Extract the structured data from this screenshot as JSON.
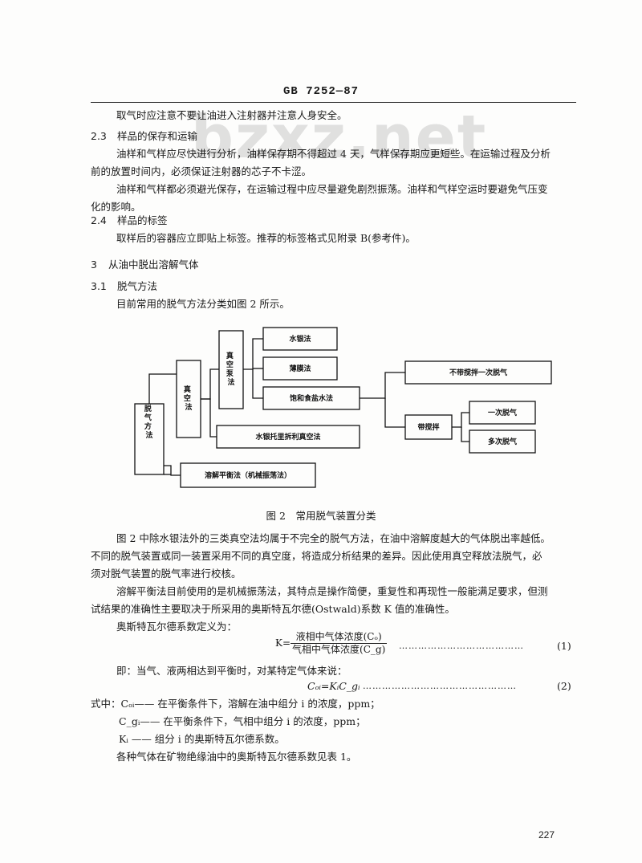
{
  "header": "GB 7252—87",
  "watermark": "bzxz.net",
  "paragraphs": {
    "p1": "取气时应注意不要让油进入注射器并注意人身安全。",
    "s23_num": "2.3",
    "s23_title": "样品的保存和运输",
    "p2a": "油样和气样应尽快进行分析，油样保存期不得超过 4 天，气样保存期应更短些。在运输过程及分析",
    "p2b": "前的放置时间内，必须保证注射器的芯子不卡涩。",
    "p3a": "油样和气样都必须避光保存，在运输过程中应尽量避免剧烈振荡。油样和气样空运时要避免气压变",
    "p3b": "化的影响。",
    "s24_num": "2.4",
    "s24_title": "样品的标签",
    "p4": "取样后的容器应立即贴上标签。推荐的标签格式见附录 B(参考件)。",
    "s3_num": "3",
    "s3_title": "从油中脱出溶解气体",
    "s31_num": "3.1",
    "s31_title": "脱气方法",
    "p5": "目前常用的脱气方法分类如图 2 所示。",
    "caption": "图 2　常用脱气装置分类",
    "p6a": "图 2 中除水银法外的三类真空法均属于不完全的脱气方法，在油中溶解度越大的气体脱出率越低。",
    "p6b": "不同的脱气装置或同一装置采用不同的真空度，将造成分析结果的差异。因此使用真空释放法脱气，必",
    "p6c": "须对脱气装置的脱气率进行校核。",
    "p7a": "溶解平衡法目前使用的是机械振荡法，其特点是操作简便，重复性和再现性一般能满足要求，但测",
    "p7b": "试结果的准确性主要取决于所采用的奥斯特瓦尔德(Ostwald)系数 K 值的准确性。",
    "p8": "奥斯特瓦尔德系数定义为：",
    "eq1_lhs": "K=",
    "eq1_num": "液相中气体浓度(Cₒ)",
    "eq1_den": "气相中气体浓度(C_g)",
    "eq1_no": "(1)",
    "p9": "即：当气、液两相达到平衡时，对某特定气体来说：",
    "eq2": "Cₒᵢ=KᵢC_gᵢ",
    "eq2_no": "(2)",
    "d1": "式中：Cₒᵢ—— 在平衡条件下，溶解在油中组分 i 的浓度，ppm；",
    "d2": "C_gᵢ—— 在平衡条件下，气相中组分 i 的浓度，ppm；",
    "d3": "Kᵢ —— 组分 i 的奥斯特瓦尔德系数。",
    "p10": "各种气体在矿物绝缘油中的奥斯特瓦尔德系数见表 1。",
    "page_number": "227"
  },
  "diagram": {
    "root": "脱气方法",
    "vacuum": "真空法",
    "pump": "真空泵法",
    "mercury": "水银法",
    "film": "薄膜法",
    "saltwater": "饱和食盐水法",
    "toepler": "水银托里拆利真空法",
    "equilibrium": "溶解平衡法（机械振荡法）",
    "no_stir": "不带搅拌一次脱气",
    "stir": "带搅拌",
    "once": "一次脱气",
    "multi": "多次脱气"
  }
}
